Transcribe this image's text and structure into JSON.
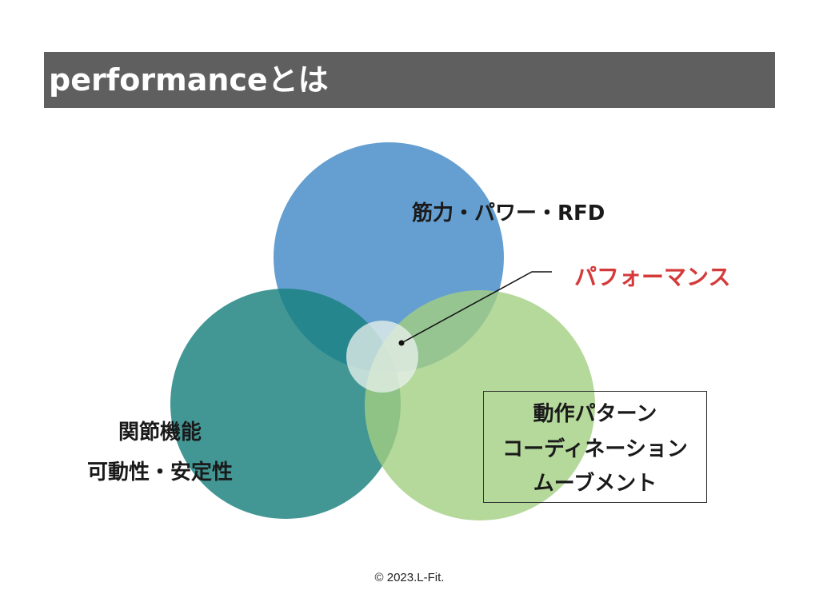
{
  "slide": {
    "title": "performanceとは",
    "footer": "© 2023.L-Fit."
  },
  "diagram": {
    "circles": [
      {
        "name": "strength",
        "label": "筋力・パワー・RFD",
        "color": "#4a8ec9"
      },
      {
        "name": "joint",
        "label_lines": [
          "関節機能",
          "可動性・安定性"
        ],
        "color": "#19807e"
      },
      {
        "name": "movement",
        "label_lines": [
          "動作パターン",
          "コーディネーション",
          "ムーブメント"
        ],
        "color": "#a2ce82"
      }
    ],
    "center": {
      "label": "パフォーマンス",
      "label_color": "#d43a3a",
      "color": "#e7f0ea"
    }
  }
}
